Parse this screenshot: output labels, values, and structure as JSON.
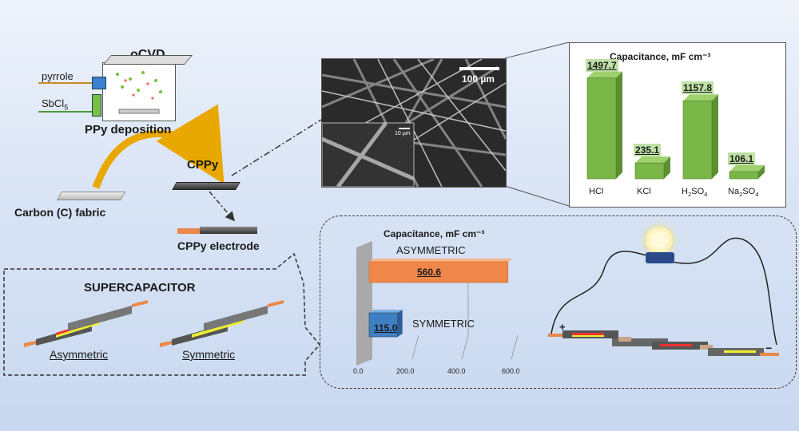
{
  "process": {
    "ocvd_label": "oCVD",
    "pyrrole_label": "pyrrole",
    "sbcl5_label": "SbCl",
    "sbcl5_sub": "5",
    "deposition_label": "PPy deposition",
    "carbon_fabric_label": "Carbon (C) fabric",
    "cppy_label": "CPPy",
    "electrode_label": "CPPy electrode"
  },
  "supercapacitor": {
    "title": "SUPERCAPACITOR",
    "asymmetric_label": "Asymmetric",
    "symmetric_label": "Symmetric"
  },
  "sem": {
    "scale_large": "100 µm",
    "scale_small": "10 µm"
  },
  "device": {
    "plus": "+",
    "minus": "−"
  },
  "colors": {
    "bar_green": "#7ab648",
    "bar_orange": "#f0874a",
    "bar_blue": "#3f7fc4",
    "bar_grey": "#a9a9a9",
    "arrow_yellow": "#e9a800"
  },
  "chart_data": [
    {
      "type": "bar",
      "title": "Capacitance, mF cm⁻³",
      "categories": [
        "HCl",
        "KCl",
        "H2SO4",
        "Na2SO4"
      ],
      "values": [
        1497.7,
        235.1,
        1157.8,
        106.1
      ],
      "value_labels": [
        "1497.7",
        "235.1",
        "1157.8",
        "106.1"
      ],
      "ylim": [
        0,
        1600
      ]
    },
    {
      "type": "bar",
      "orientation": "horizontal",
      "title": "Capacitance, mF cm⁻³",
      "categories": [
        "ASYMMETRIC",
        "SYMMETRIC"
      ],
      "values": [
        560.6,
        115.0
      ],
      "value_labels": [
        "560.6",
        "115.0"
      ],
      "xlim": [
        0,
        600
      ],
      "xticks": [
        "0.0",
        "200.0",
        "400.0",
        "600.0"
      ]
    }
  ]
}
